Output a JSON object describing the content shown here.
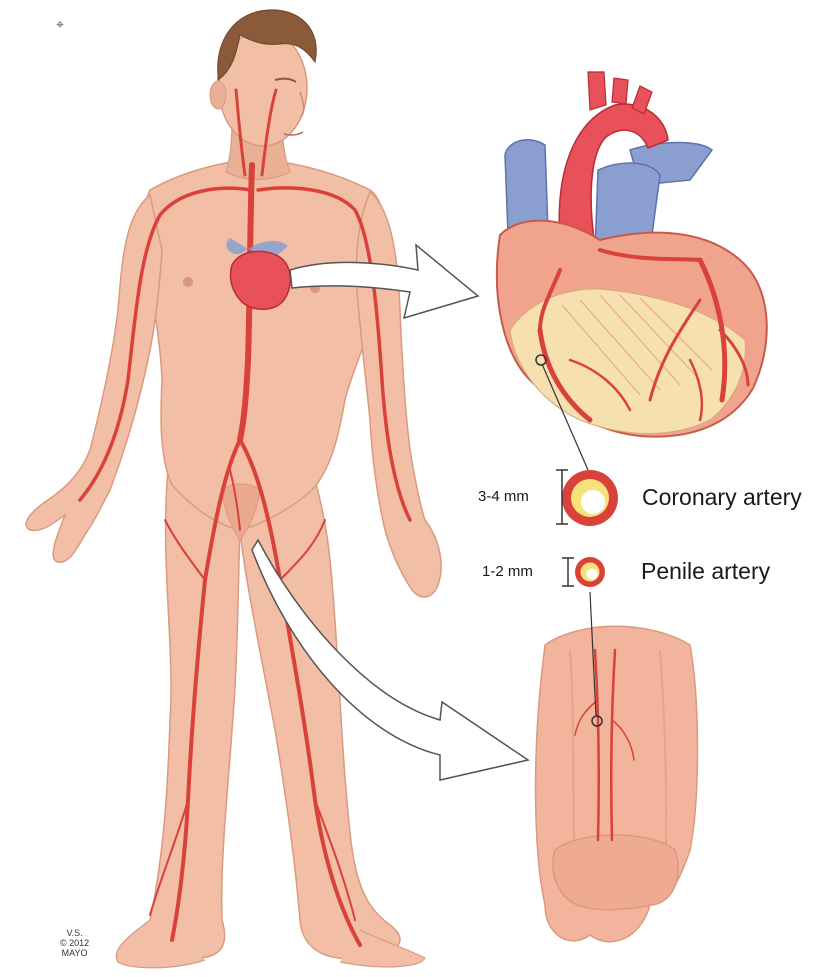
{
  "labels": {
    "coronary": {
      "size": "3-4 mm",
      "name": "Coronary artery"
    },
    "penile": {
      "size": "1-2 mm",
      "name": "Penile artery"
    }
  },
  "credit": {
    "initials": "V.S.",
    "year": "© 2012",
    "org": "MAYO"
  },
  "icons": [
    "crosshair-cursor-icon"
  ],
  "colors": {
    "skin": "#f2bfa6",
    "skin_shade": "#e3a48a",
    "artery": "#d9423a",
    "vein": "#8a9fd0",
    "plaque": "#f6e27a",
    "heart": "#e8505a"
  }
}
